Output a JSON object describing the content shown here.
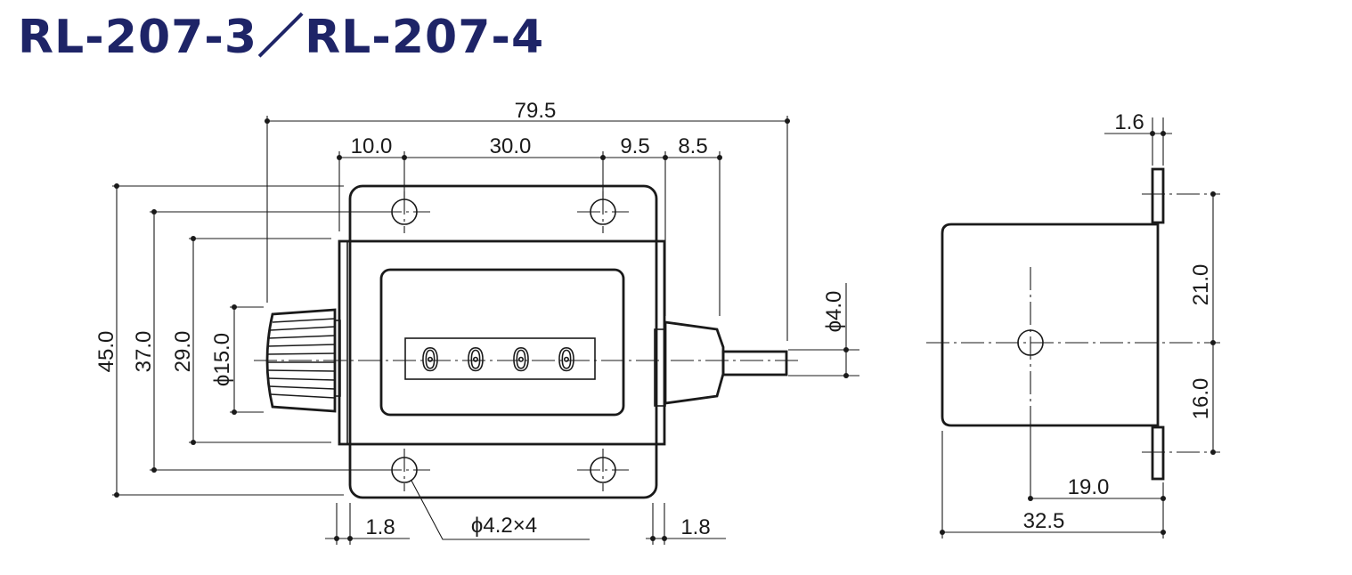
{
  "title": "RL-207-3／RL-207-4",
  "display_digits": [
    "0",
    "0",
    "0",
    "0"
  ],
  "front_view": {
    "dimensions": {
      "overall_length": "79.5",
      "knob_side": "10.0",
      "display_width": "30.0",
      "right_frame": "9.5",
      "shaft_boss": "8.5",
      "height_overall": "45.0",
      "hole_pitch_vertical": "37.0",
      "frame_height": "29.0",
      "knob_dia": "ϕ15.0",
      "shaft_dia": "ϕ4.0",
      "plate_left": "1.8",
      "plate_right": "1.8",
      "holes": "ϕ4.2×4"
    }
  },
  "side_view": {
    "dimensions": {
      "plate_thickness": "1.6",
      "upper_offset": "21.0",
      "lower_offset": "16.0",
      "hole_to_plate": "19.0",
      "depth": "32.5"
    }
  }
}
